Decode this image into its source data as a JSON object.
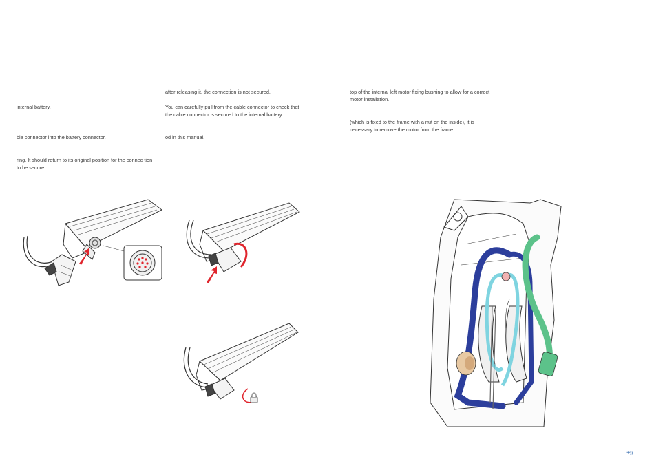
{
  "columns": {
    "col1": {
      "p1": "internal battery.",
      "p2": "ble connector into the battery connector.",
      "p3": "ring. It should return to its original position for the connec tion to be secure."
    },
    "col2": {
      "p1": "after releasing it, the connection is not secured.",
      "p2": "You can carefully pull from the cable connector to check that the cable connector is secured to the internal battery.",
      "p3": "od in this manual."
    },
    "col3": {
      "p1": "top of the internal left motor fixing bushing to allow for a correct motor installation.",
      "p2": "(which is fixed to the frame with a nut on the inside), it is necessary to remove the motor from the frame."
    }
  },
  "figures": {
    "fig1": "connector-insert-illustration",
    "fig2": "connector-rotate-ring-illustration",
    "fig3": "connector-lock-illustration",
    "fig4": "frame-internal-cable-routing-illustration"
  },
  "colors": {
    "arrow_red": "#e0252d",
    "cable_blue": "#2c3e9c",
    "cable_light_blue": "#7fd4e0",
    "cable_green": "#5cc28a",
    "bushing_tan": "#e8c9a3",
    "nav_blue": "#3a6fb0"
  },
  "navigation": {
    "next_page_icon": "double-chevron-right-icon",
    "next_page_glyph": "+»"
  }
}
